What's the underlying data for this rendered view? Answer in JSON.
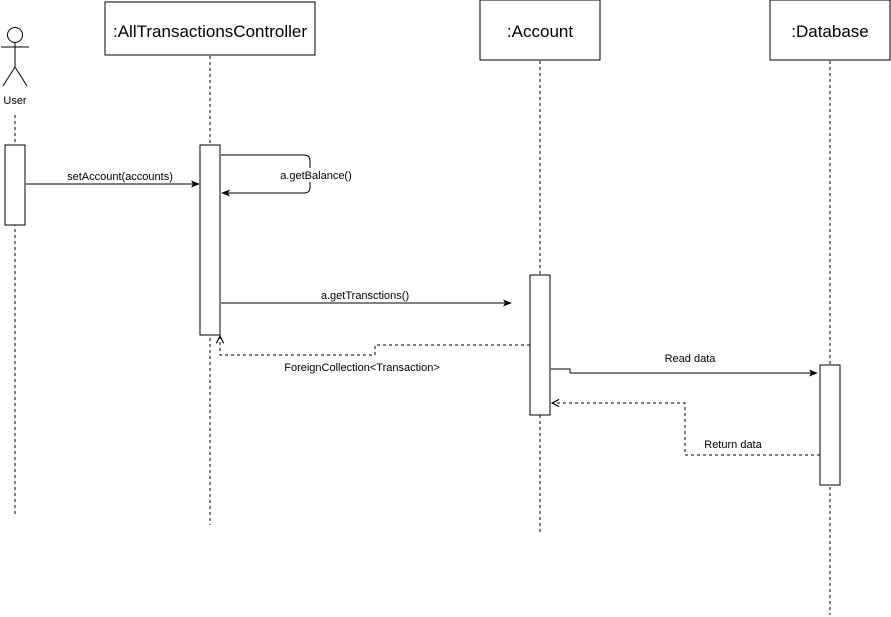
{
  "participants": {
    "user": {
      "label": "User"
    },
    "controller": {
      "label": ":AllTransactionsController"
    },
    "account": {
      "label": ":Account"
    },
    "database": {
      "label": ":Database"
    }
  },
  "messages": {
    "set_account": "setAccount(accounts)",
    "get_balance": "a.getBalance()",
    "get_transactions": "a.getTransctions()",
    "foreign_collection": "ForeignCollection<Transaction>",
    "read_data": "Read data",
    "return_data": "Return data"
  },
  "colors": {
    "stroke": "#000000",
    "background": "#ffffff"
  }
}
